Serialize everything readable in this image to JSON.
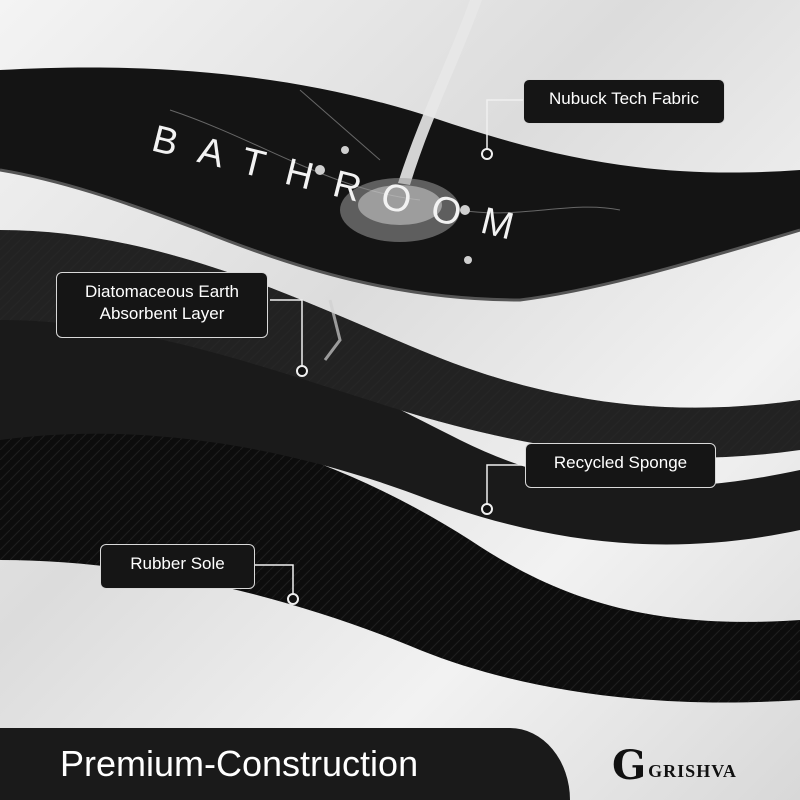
{
  "mat_print": "BATHROOM",
  "callouts": [
    {
      "id": "nubuck",
      "lines": [
        "Nubuck Tech Fabric"
      ]
    },
    {
      "id": "diatom",
      "lines": [
        "Diatomaceous Earth",
        "Absorbent Layer"
      ]
    },
    {
      "id": "sponge",
      "lines": [
        "Recycled Sponge"
      ]
    },
    {
      "id": "rubber",
      "lines": [
        "Rubber Sole"
      ]
    }
  ],
  "footer": {
    "title": "Premium-Construction"
  },
  "brand": {
    "mark": "G",
    "name": "GRISHVA"
  },
  "colors": {
    "layer_dark": "#111111",
    "footer_bg": "#1a1a1a",
    "callout_border": "#d9d9d9"
  }
}
